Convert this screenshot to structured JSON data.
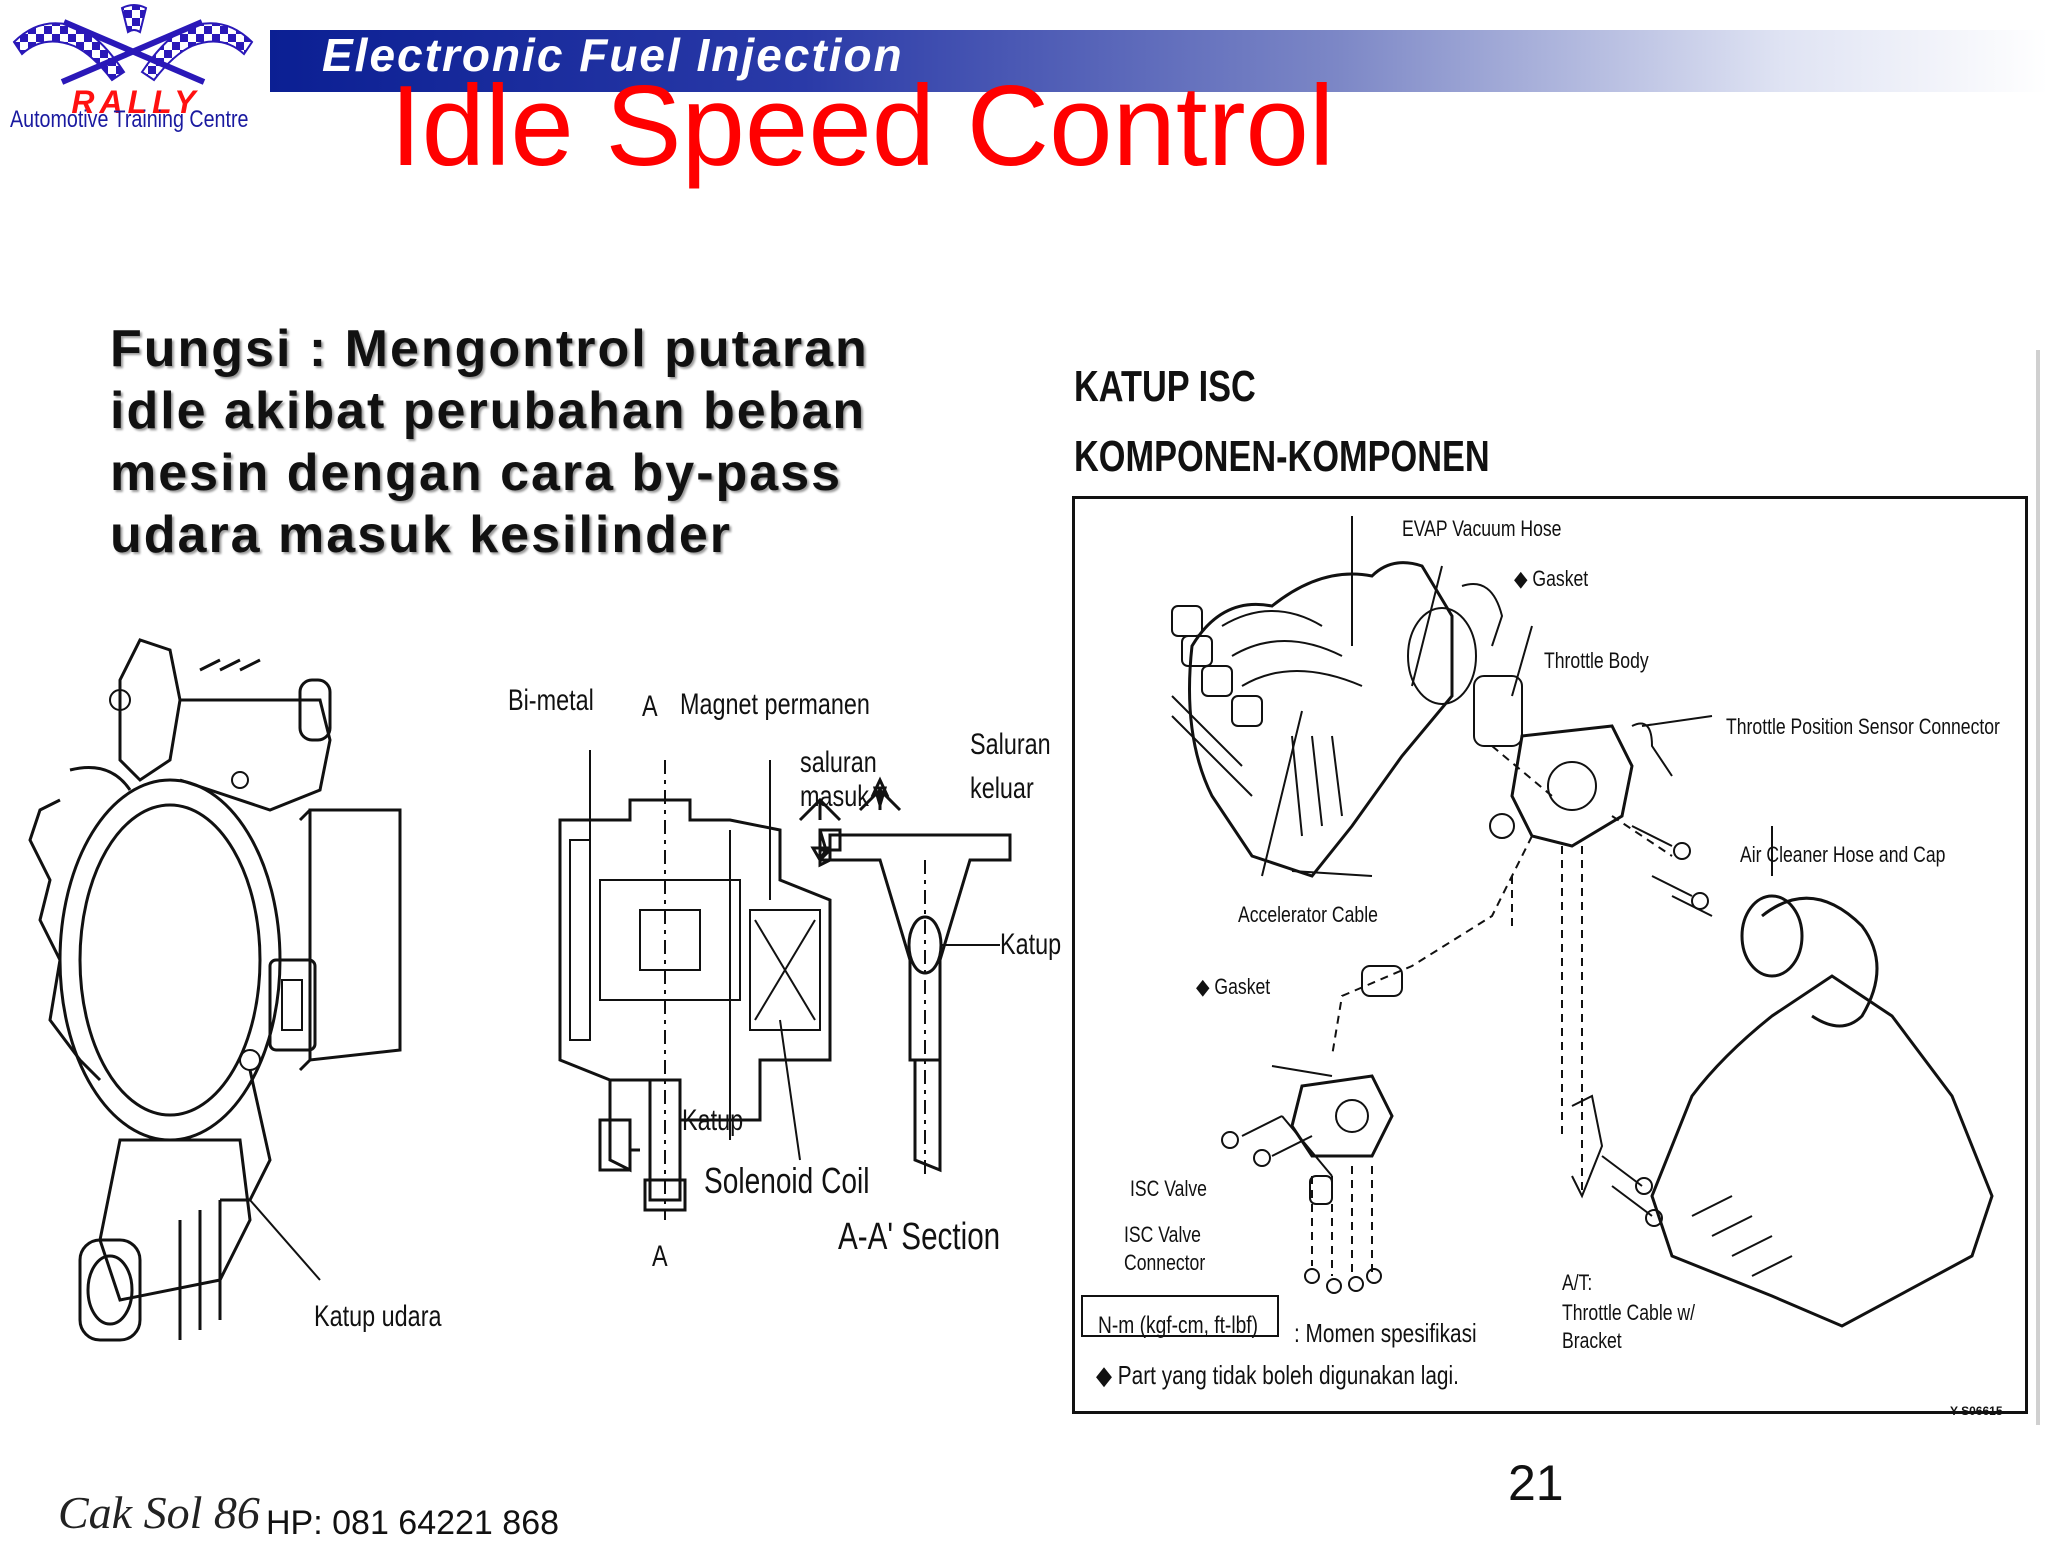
{
  "header": {
    "banner": "Electronic Fuel Injection",
    "title": "Idle Speed Control",
    "logo": {
      "brand": "RALLY",
      "subtitle": "Automotive Training Centre"
    }
  },
  "body_text": {
    "fungsi_lines": [
      "Fungsi : Mengontrol putaran",
      "idle akibat perubahan beban",
      "mesin dengan cara by-pass",
      "udara masuk kesilinder"
    ]
  },
  "left_figure": {
    "katup_udara": "Katup udara"
  },
  "section_figure": {
    "bimetal": "Bi-metal",
    "a_top": "A",
    "magnet": "Magnet permanen",
    "saluran_masuk_1": "saluran",
    "saluran_masuk_2": "masuk",
    "saluran_keluar_1": "Saluran",
    "saluran_keluar_2": "keluar",
    "katup_right": "Katup",
    "katup_bottom": "Katup",
    "solenoid": "Solenoid Coil",
    "a_bottom": "A",
    "section": "A-A' Section"
  },
  "isc_panel": {
    "heading1": "KATUP ISC",
    "heading2": "KOMPONEN-KOMPONEN",
    "labels": {
      "evap": "EVAP Vacuum Hose",
      "gasket_top": "◆ Gasket",
      "throttle_body": "Throttle Body",
      "tps": "Throttle Position Sensor Connector",
      "air_cleaner": "Air Cleaner Hose and Cap",
      "accel": "Accelerator Cable",
      "gasket_mid": "◆ Gasket",
      "isc_valve": "ISC Valve",
      "isc_conn_1": "ISC Valve",
      "isc_conn_2": "Connector",
      "at_1": "A/T:",
      "at_2": "Throttle Cable w/",
      "at_3": "Bracket"
    },
    "torque_box": "N-m (kgf-cm, ft-lbf)",
    "torque_desc": ": Momen spesifikasi",
    "legend_part": "◆  Part yang tidak boleh digunakan lagi.",
    "figure_code": "Y S06615"
  },
  "footer": {
    "signature": "Cak Sol 86",
    "phone": "HP: 081 64221 868",
    "page_number": "21"
  }
}
